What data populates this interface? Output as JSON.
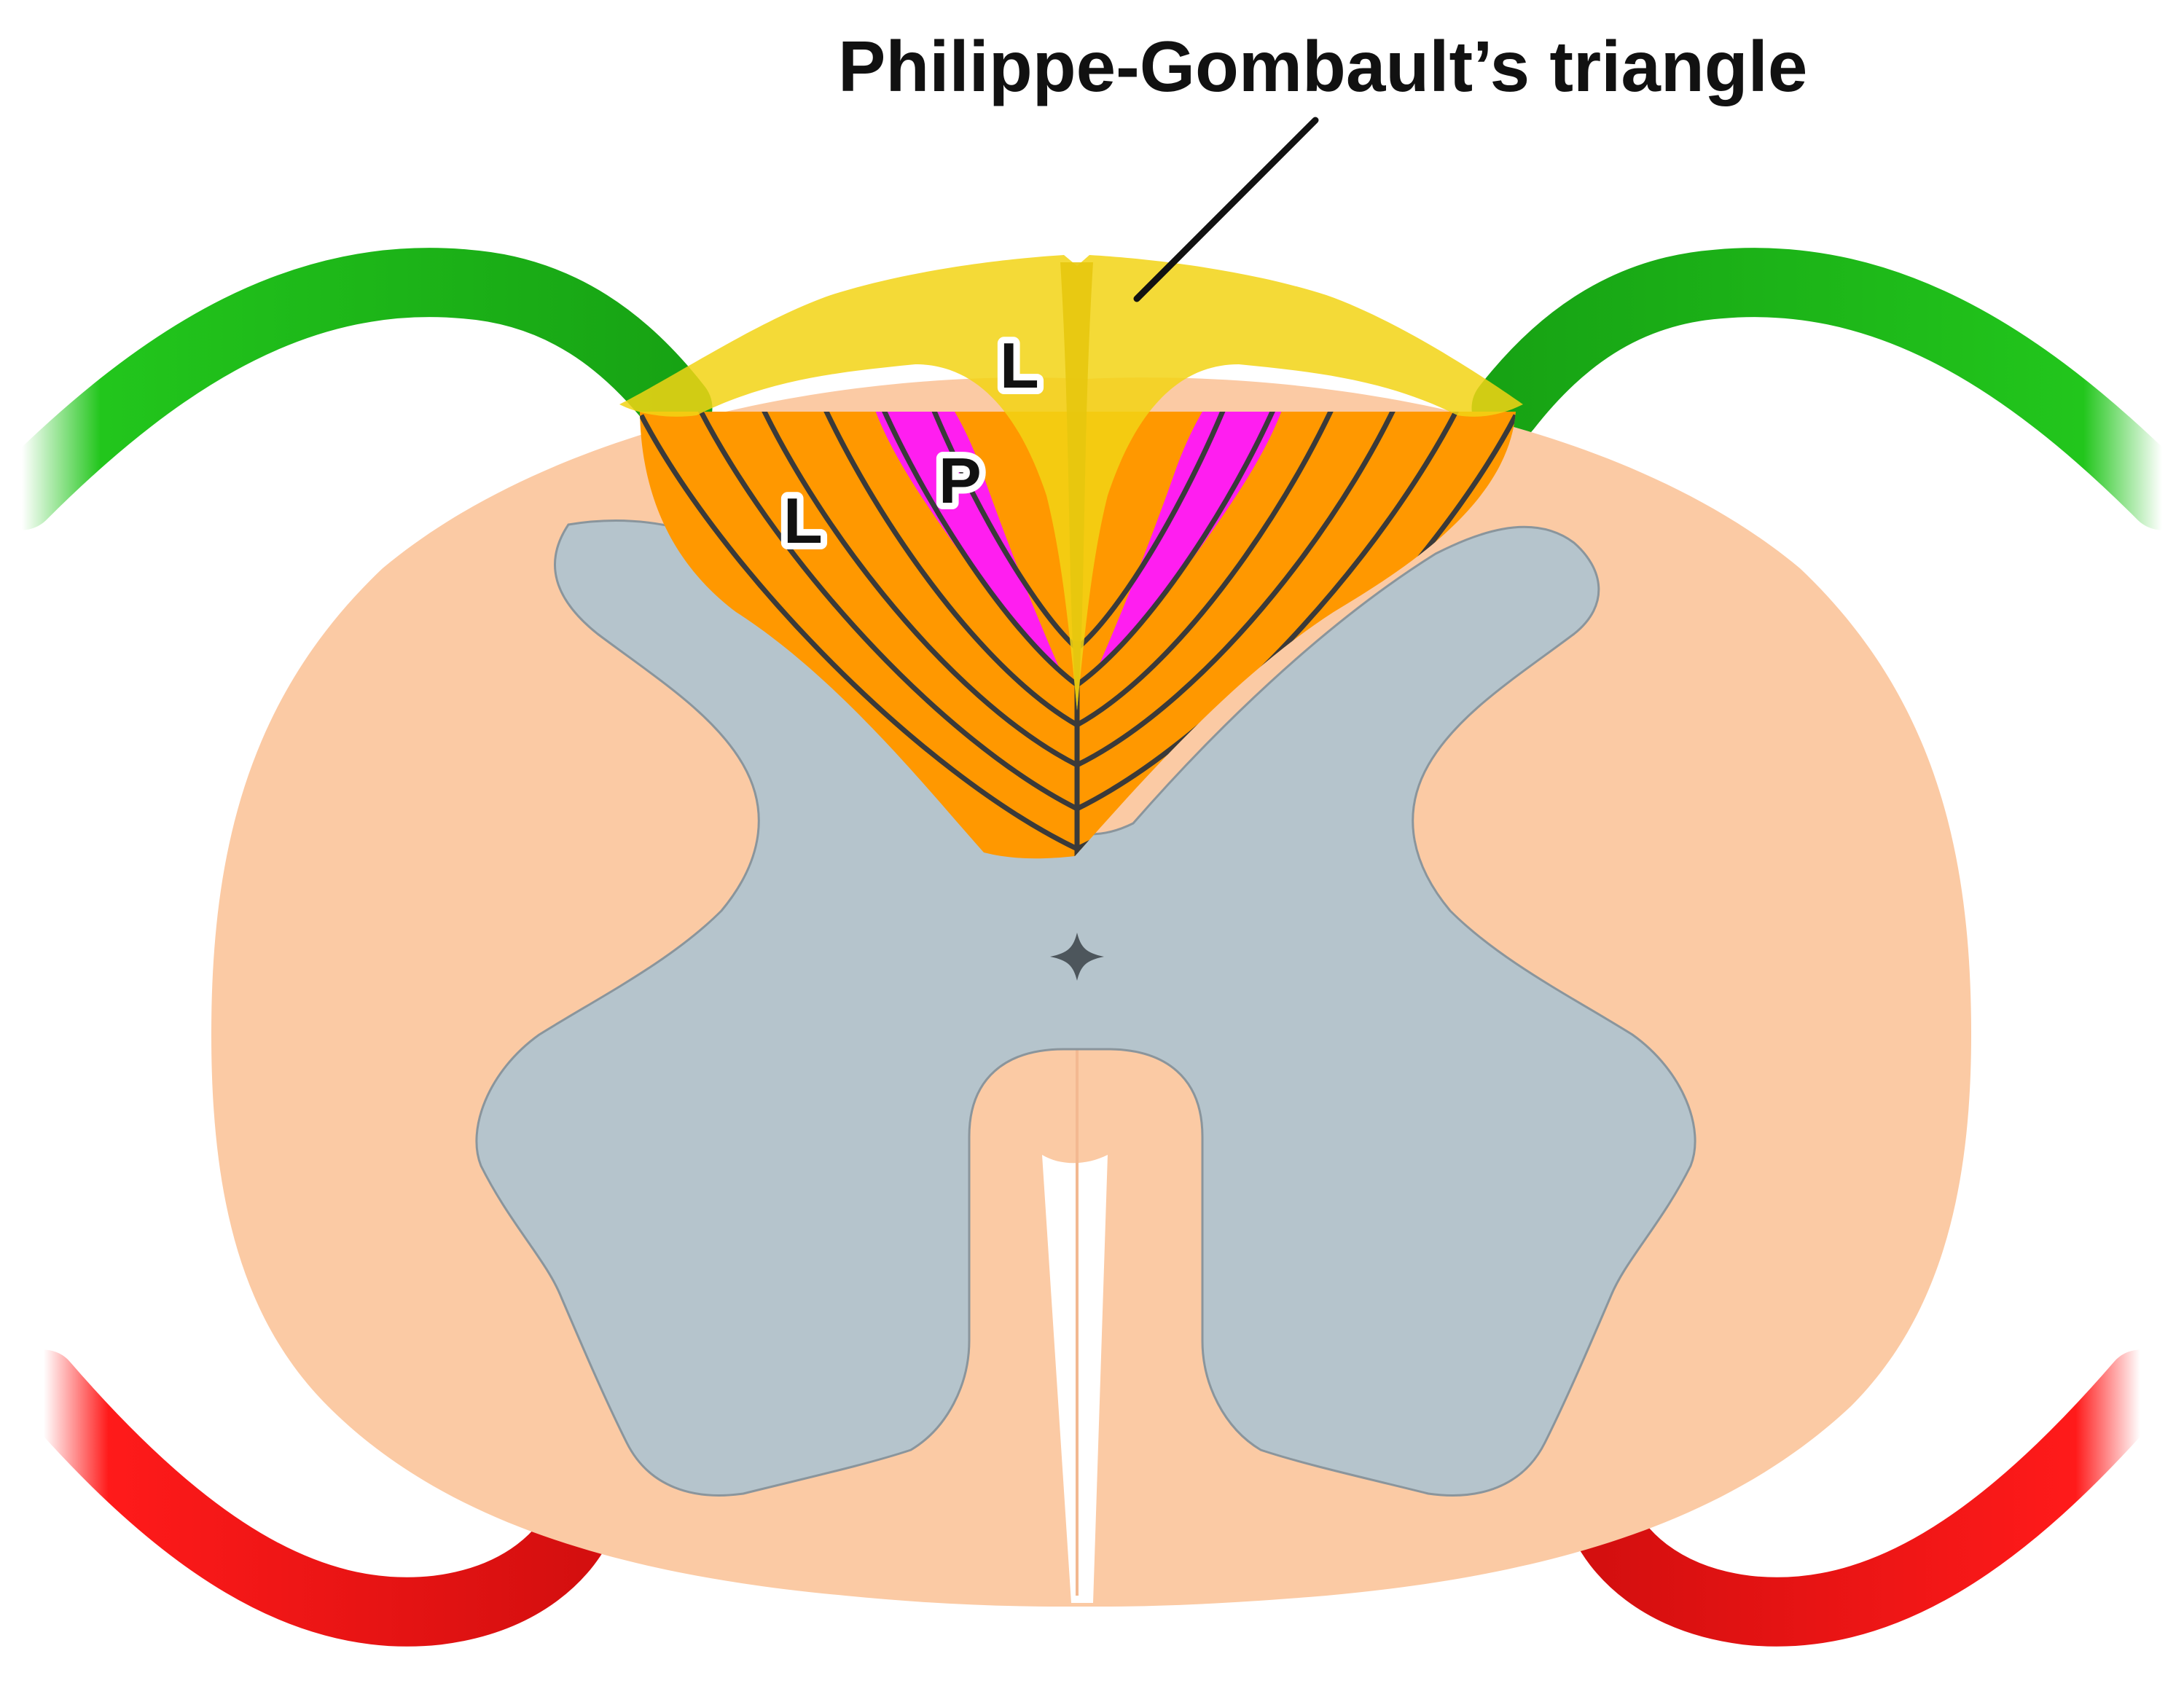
{
  "labels": {
    "title": "Philippe-Gombault’s triangle",
    "lateral_upper": "L",
    "posterior": "P",
    "lateral_left": "L"
  },
  "colors": {
    "white_matter": "#fbcaa4",
    "gray_matter": "#b5c4cc",
    "dorsal_column": "#ff9800",
    "pink_region": "#ff1ef0",
    "triangle_yellow": "#f2d414",
    "dorsal_root": "#22c61c",
    "ventral_root": "#ff1a1a",
    "fiber_line": "#3a3a3a",
    "leader_line": "#111111"
  }
}
